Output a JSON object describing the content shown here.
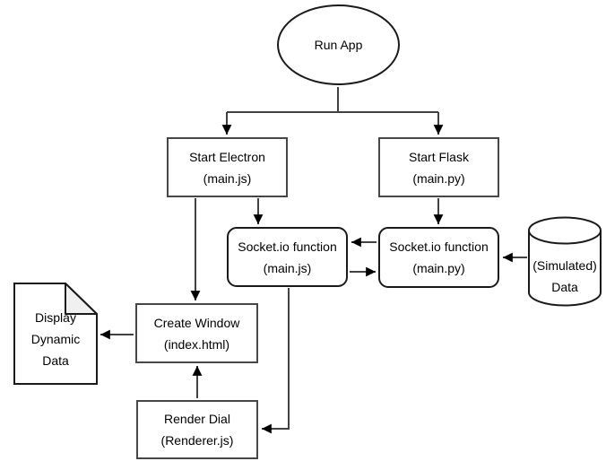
{
  "diagram": {
    "type": "flowchart",
    "background": "#ffffff",
    "colors": {
      "shape_stroke": "#1a1a1a",
      "rect_stroke": "#474747",
      "connector_stroke": "#424242",
      "arrowhead_fill": "#000000",
      "fold_fill": "#f0f0f0",
      "shape_fill": "#ffffff",
      "text": "#000000"
    },
    "nodes": {
      "run_app": {
        "shape": "ellipse",
        "label": "Run App"
      },
      "start_electron": {
        "shape": "rectangle",
        "label": "Start Electron\n(main.js)"
      },
      "start_flask": {
        "shape": "rectangle",
        "label": "Start Flask\n(main.py)"
      },
      "socket_js": {
        "shape": "rounded-rectangle",
        "label": "Socket.io function\n(main.js)"
      },
      "socket_py": {
        "shape": "rounded-rectangle",
        "label": "Socket.io function\n(main.py)"
      },
      "simulated_data": {
        "shape": "cylinder",
        "label": "(Simulated)\nData"
      },
      "create_window": {
        "shape": "rectangle",
        "label": "Create Window\n(index.html)"
      },
      "display_data": {
        "shape": "document",
        "label": "Display\nDynamic\nData"
      },
      "render_dial": {
        "shape": "rectangle",
        "label": "Render Dial\n(Renderer.js)"
      }
    },
    "edges": [
      {
        "from": "run_app",
        "to": "start_electron"
      },
      {
        "from": "run_app",
        "to": "start_flask"
      },
      {
        "from": "start_electron",
        "to": "create_window"
      },
      {
        "from": "start_electron",
        "to": "socket_js"
      },
      {
        "from": "start_flask",
        "to": "socket_py"
      },
      {
        "from": "socket_py",
        "to": "socket_js"
      },
      {
        "from": "socket_js",
        "to": "socket_py"
      },
      {
        "from": "simulated_data",
        "to": "socket_py"
      },
      {
        "from": "socket_js",
        "to": "render_dial"
      },
      {
        "from": "render_dial",
        "to": "create_window"
      },
      {
        "from": "create_window",
        "to": "display_data"
      }
    ]
  }
}
